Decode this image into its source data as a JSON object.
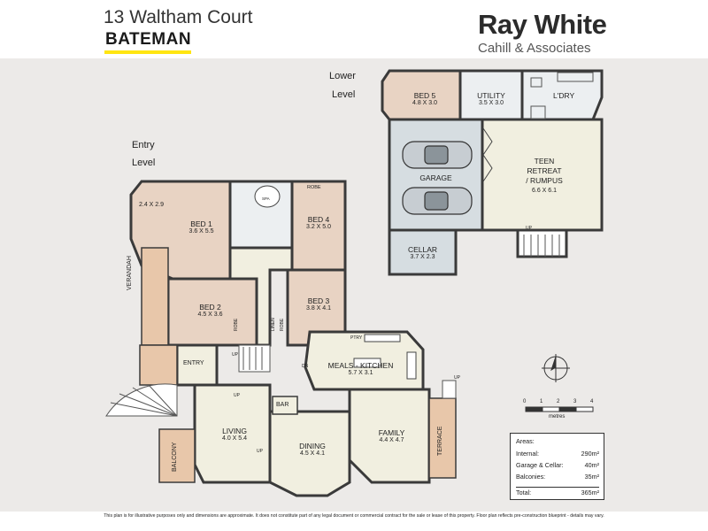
{
  "header": {
    "address": "13 Waltham Court",
    "suburb": "BATEMAN"
  },
  "brand": {
    "name": "Ray White",
    "office": "Cahill & Associates",
    "accent": "#ffe512"
  },
  "levels": {
    "lower_1": "Lower",
    "lower_2": "Level",
    "entry_1": "Entry",
    "entry_2": "Level"
  },
  "rooms": {
    "bed5": {
      "name": "BED 5",
      "dims": "4.8 X 3.0"
    },
    "utility": {
      "name": "UTILITY",
      "dims": "3.5 X 3.0"
    },
    "ldry": {
      "name": "L'DRY"
    },
    "garage": {
      "name": "GARAGE"
    },
    "teen": {
      "name1": "TEEN",
      "name2": "RETREAT",
      "name3": "/ RUMPUS",
      "dims": "6.6 X 6.1"
    },
    "cellar": {
      "name": "CELLAR",
      "dims": "3.7 X 2.3"
    },
    "bay": {
      "dims": "2.4 X 2.9"
    },
    "bed1": {
      "name": "BED 1",
      "dims": "3.6 X 5.5"
    },
    "spa": {
      "name": "SPA"
    },
    "robe_top": {
      "name": "ROBE"
    },
    "bed4": {
      "name": "BED 4",
      "dims": "3.2 X 5.0"
    },
    "bed2": {
      "name": "BED 2",
      "dims": "4.5 X 3.6"
    },
    "bed3": {
      "name": "BED 3",
      "dims": "3.8 X 4.1"
    },
    "verandah": {
      "name": "VERANDAH"
    },
    "robe_b2": {
      "name": "ROBE"
    },
    "linen": {
      "name": "LINEN"
    },
    "robe_b3": {
      "name": "ROBE"
    },
    "entry": {
      "name": "ENTRY"
    },
    "pantry": {
      "name": "PTRY"
    },
    "meals": {
      "name": "MEALS - KITCHEN",
      "dims": "5.7 X 3.1"
    },
    "bar": {
      "name": "BAR"
    },
    "living": {
      "name": "LIVING",
      "dims": "4.0 X 5.4"
    },
    "dining": {
      "name": "DINING",
      "dims": "4.5 X 4.1"
    },
    "family": {
      "name": "FAMILY",
      "dims": "4.4 X 4.7"
    },
    "balcony": {
      "name": "BALCONY"
    },
    "terrace": {
      "name": "TERRACE"
    }
  },
  "marks": {
    "up": "UP",
    "dn": "DN"
  },
  "scale": {
    "ticks": [
      "0",
      "1",
      "2",
      "3",
      "4"
    ],
    "unit": "metres"
  },
  "areas": {
    "title": "Areas:",
    "rows": [
      {
        "label": "Internal:",
        "value": "290m²"
      },
      {
        "label": "Garage & Cellar:",
        "value": "40m²"
      },
      {
        "label": "Balconies:",
        "value": "35m²"
      },
      {
        "label": "Total:",
        "value": "365m²"
      }
    ]
  },
  "disclaimer": "This plan is for illustrative purposes only and dimensions are approximate. It does not constitute part of any legal document or commercial contract for the sale or lease of this property. Floor plan reflects pre-construction blueprint - details may vary."
}
